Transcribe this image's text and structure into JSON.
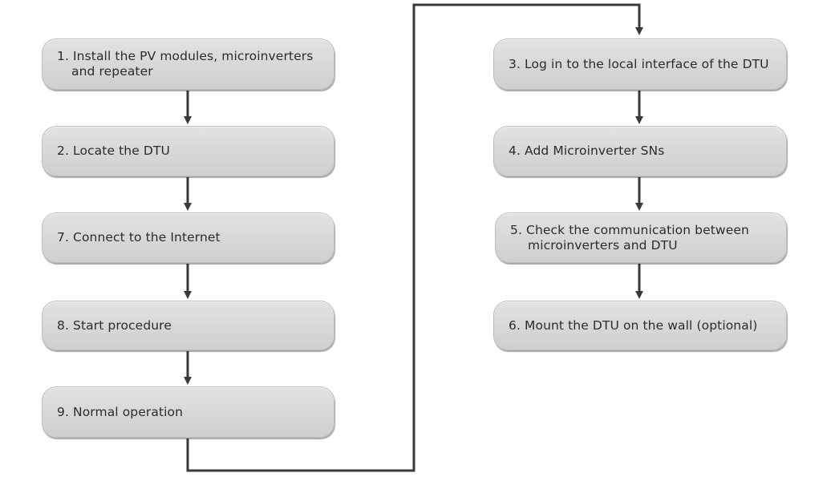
{
  "steps": {
    "s1": {
      "line1": "1. Install the PV modules, microinverters",
      "line2": "and repeater"
    },
    "s2": {
      "text": "2.  Locate the DTU"
    },
    "s7": {
      "text": "7.  Connect to the Internet"
    },
    "s8": {
      "text": "8.  Start procedure"
    },
    "s9": {
      "text": "9.  Normal operation"
    },
    "s3": {
      "text": "3.  Log in to the local interface of the DTU"
    },
    "s4": {
      "text": "4.  Add Microinverter SNs"
    },
    "s5": {
      "line1": "5. Check the communication between",
      "line2": "microinverters and DTU"
    },
    "s6": {
      "text": "6.  Mount the DTU on the wall (optional)"
    }
  },
  "colors": {
    "box_fill": "#d9d9d9",
    "connector": "#3a3a3a",
    "text": "#2b2b2b"
  }
}
